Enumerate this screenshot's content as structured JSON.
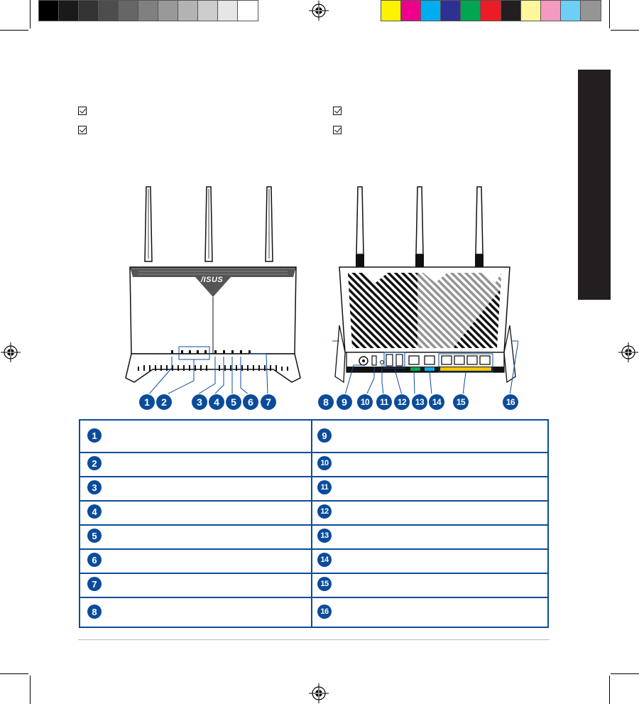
{
  "colors": {
    "accent": "#0b4c9a",
    "grayscale": [
      "#000000",
      "#1a1a1a",
      "#333333",
      "#4d4d4d",
      "#666666",
      "#808080",
      "#999999",
      "#b3b3b3",
      "#cccccc",
      "#e6e6e6",
      "#ffffff"
    ],
    "process": [
      "#fff200",
      "#ec008c",
      "#00aeef",
      "#2e3192",
      "#00a651",
      "#ed1c24",
      "#231f20",
      "#fff799",
      "#f49ac1",
      "#6dcff6",
      "#959595"
    ]
  },
  "logo": {
    "text": "/ISUS"
  },
  "front_labels": [
    "1",
    "2",
    "3",
    "4",
    "5",
    "6",
    "7"
  ],
  "rear_labels": [
    "8",
    "9",
    "10",
    "11",
    "12",
    "13",
    "14",
    "15",
    "16"
  ],
  "legend": {
    "left": [
      "1",
      "2",
      "3",
      "4",
      "5",
      "6",
      "7",
      "8"
    ],
    "right": [
      "9",
      "10",
      "11",
      "12",
      "13",
      "14",
      "15",
      "16"
    ]
  }
}
